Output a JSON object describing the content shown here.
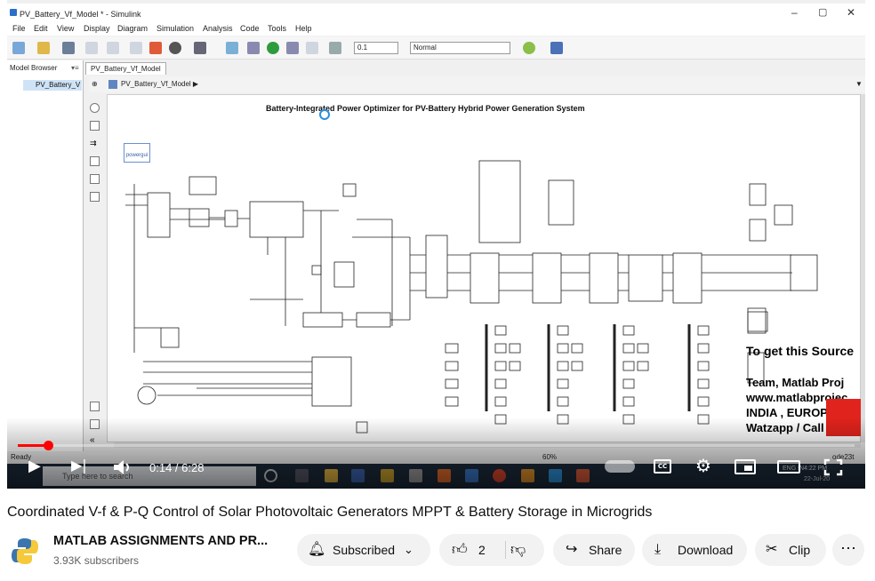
{
  "window": {
    "title": "PV_Battery_Vf_Model * - Simulink",
    "minimize": "–",
    "restore": "▢",
    "close": "✕"
  },
  "menu": [
    "File",
    "Edit",
    "View",
    "Display",
    "Diagram",
    "Simulation",
    "Analysis",
    "Code",
    "Tools",
    "Help"
  ],
  "toolbar": {
    "stop_time": "0.1",
    "sim_mode": "Normal"
  },
  "model_browser": {
    "header": "Model Browser",
    "item": "PV_Battery_V"
  },
  "tab": "PV_Battery_Vf_Model",
  "breadcrumb": "PV_Battery_Vf_Model ▶",
  "model": {
    "title": "Battery-Integrated Power Optimizer for PV-Battery Hybrid Power Generation System",
    "powergui": "powergui"
  },
  "overlay": {
    "line1": "To get this Source",
    "line2": "Team, Matlab Proj",
    "line3": "www.matlabprojec",
    "line4": "INDIA , EUROPE",
    "line5": "Watzapp / Call :",
    "color_red": "#e0231c",
    "color_dark": "#111111"
  },
  "status": {
    "left": "Ready",
    "zoom": "60%",
    "solver": "ode23t"
  },
  "taskbar": {
    "search_placeholder": "Type here to search",
    "clock_time": "4:22 PM",
    "clock_date": "22-Jul-20",
    "lang": "ENG IN"
  },
  "player": {
    "current_time": "0:14",
    "duration": "6:28",
    "time_display": "0:14 / 6:28",
    "progress": 0.036,
    "accent": "#ff0000"
  },
  "video": {
    "title": "Coordinated V-f & P-Q Control of Solar Photovoltaic Generators MPPT & Battery Storage in Microgrids"
  },
  "channel": {
    "name": "MATLAB ASSIGNMENTS AND PR...",
    "subscribers": "3.93K subscribers"
  },
  "actions": {
    "subscribed": "Subscribed",
    "likes": "2",
    "share": "Share",
    "download": "Download",
    "clip": "Clip"
  }
}
